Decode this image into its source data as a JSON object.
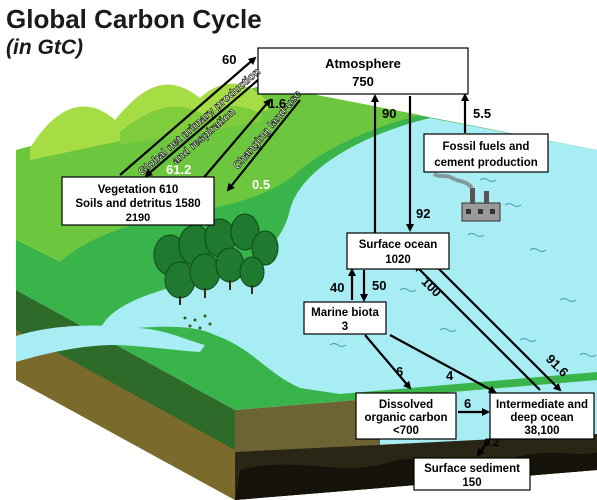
{
  "title": "Global Carbon Cycle",
  "subtitle": "(in GtC)",
  "boxes": {
    "atmosphere": {
      "name": "Atmosphere",
      "value": "750"
    },
    "vegetation": {
      "line1": "Vegetation 610",
      "line2": "Soils and detritus 1580",
      "line3": "2190"
    },
    "fossil": {
      "line1": "Fossil fuels and",
      "line2": "cement production"
    },
    "surface_ocean": {
      "name": "Surface ocean",
      "value": "1020"
    },
    "marine_biota": {
      "name": "Marine biota",
      "value": "3"
    },
    "doc": {
      "line1": "Dissolved",
      "line2": "organic carbon",
      "line3": "<700"
    },
    "deep_ocean": {
      "line1": "Intermediate and",
      "line2": "deep ocean",
      "line3": "38,100"
    },
    "sediment": {
      "name": "Surface sediment",
      "value": "150"
    }
  },
  "flows": {
    "npp": "60",
    "npp_label_1": "Global net primary production",
    "npp_label_2": "and respiration",
    "land_use_up": "1.6",
    "land_use_label": "Changing land-use",
    "veg_down": "61.2",
    "land_use_down": "0.5",
    "ocean_up": "90",
    "ocean_down": "92",
    "fossil_up": "5.5",
    "biota_up": "40",
    "biota_down": "50",
    "surface_to_deep": "100",
    "deep_to_surface": "91.6",
    "biota_to_doc": "6",
    "biota_to_deep": "4",
    "doc_to_deep": "6",
    "sediment": "0.2"
  },
  "colors": {
    "water": "#a8ecf4",
    "land_light": "#38b44a",
    "land_dark": "#1f7a30",
    "grass": "#a6dc44",
    "soil": "#7a6a2c",
    "rock": "#2a2616"
  }
}
